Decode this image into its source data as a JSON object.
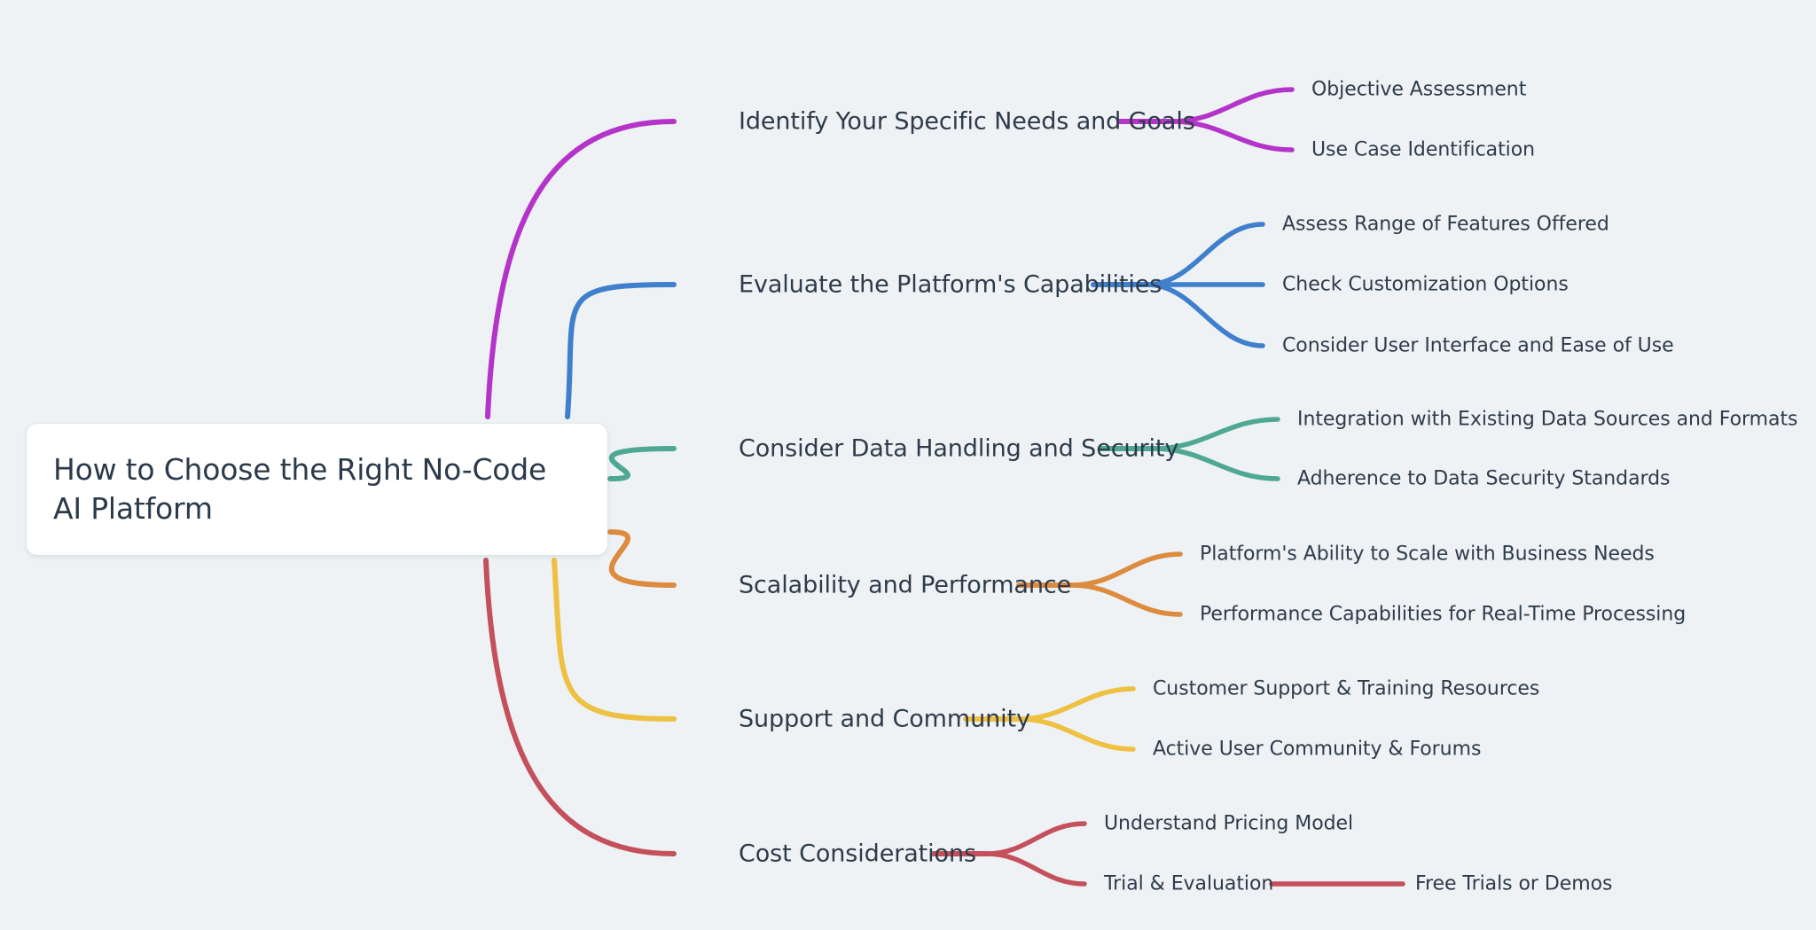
{
  "diagram": {
    "type": "mind-map",
    "background_color": "#eef2f5",
    "text_color": "#2e3b4a",
    "root": {
      "label": "How to Choose the Right No-Code AI Platform",
      "card_background": "#ffffff"
    },
    "branches": [
      {
        "label": "Identify Your Specific Needs and Goals",
        "color": "#b434c9",
        "children": [
          {
            "label": "Objective Assessment"
          },
          {
            "label": "Use Case Identification"
          }
        ]
      },
      {
        "label": "Evaluate the Platform's Capabilities",
        "color": "#3f7fcc",
        "children": [
          {
            "label": "Assess Range of Features Offered"
          },
          {
            "label": "Check Customization Options"
          },
          {
            "label": "Consider User Interface and Ease of Use"
          }
        ]
      },
      {
        "label": "Consider Data Handling and Security",
        "color": "#4fa893",
        "children": [
          {
            "label": "Integration with Existing Data Sources and Formats"
          },
          {
            "label": "Adherence to Data Security Standards"
          }
        ]
      },
      {
        "label": "Scalability and Performance",
        "color": "#dd8b3f",
        "children": [
          {
            "label": "Platform's Ability to Scale with Business Needs"
          },
          {
            "label": "Performance Capabilities for Real-Time Processing"
          }
        ]
      },
      {
        "label": "Support and Community",
        "color": "#eec142",
        "children": [
          {
            "label": "Customer Support & Training Resources"
          },
          {
            "label": "Active User Community & Forums"
          }
        ]
      },
      {
        "label": "Cost Considerations",
        "color": "#c4505c",
        "children": [
          {
            "label": "Understand Pricing Model"
          },
          {
            "label": "Trial & Evaluation",
            "children": [
              {
                "label": "Free Trials or Demos"
              }
            ]
          }
        ]
      }
    ]
  }
}
